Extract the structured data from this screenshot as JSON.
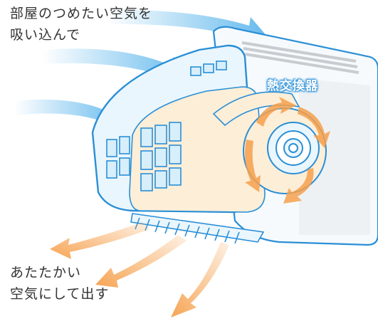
{
  "intake_caption": {
    "line1": "部屋のつめたい空気を",
    "line2": "吸い込んで"
  },
  "exhaust_caption": {
    "line1": "あたたかい",
    "line2": "空気にして出す"
  },
  "heat_exchanger_label": "熱交換器",
  "colors": {
    "cold_air": "#5db6ec",
    "warm_air": "#f6a04c",
    "outline": "#2a8fd6",
    "panel_fill": "#eaf6fd",
    "interior_fill": "#fdeed8",
    "caption_text": "#333333"
  }
}
